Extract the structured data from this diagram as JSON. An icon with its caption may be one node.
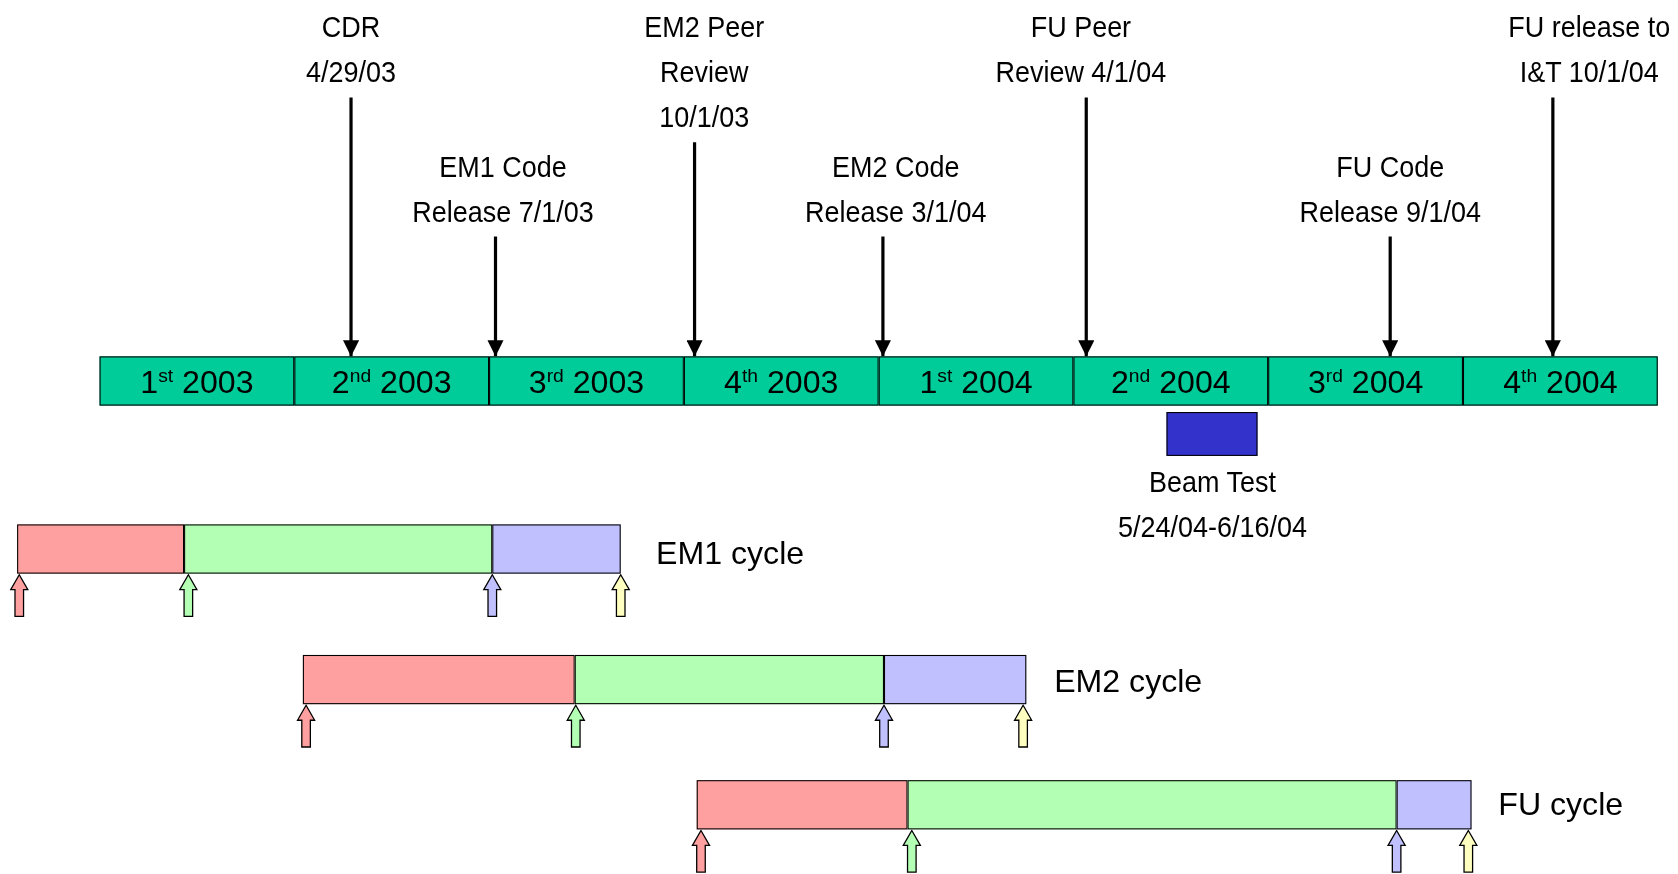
{
  "diagram": {
    "nodes": [
      {
        "text": [
          "CDR 4/29/03"
        ]
      },
      {
        "text": [
          "EM1 Code Release 7/1/03"
        ]
      },
      {
        "text": [
          "EM2 Peer Review 10/1/03"
        ]
      },
      {
        "text": [
          "EM2 Code Release 3/1/04"
        ]
      },
      {
        "text": [
          "FU Peer Review 4/1/04"
        ]
      },
      {
        "text": [
          "FU Code Release 9/1/04"
        ]
      },
      {
        "text": [
          "FU release to I&T 10/1/04"
        ]
      },
      {
        "text": [
          "1$^{st}$ 2003"
        ]
      },
      {
        "text": [
          "2$^{nd}$ 2003"
        ]
      },
      {
        "text": [
          "3$^{rd}$ 2003"
        ]
      },
      {
        "text": [
          "4$^{th}$ 2003"
        ]
      },
      {
        "text": [
          "1$^{st}$ 2004"
        ]
      },
      {
        "text": [
          "2$^{nd}$ 2004"
        ]
      },
      {
        "text": [
          "3$^{rd}$ 2004"
        ]
      },
      {
        "text": [
          "4$^{th}$ 2004"
        ]
      },
      {
        "text": [
          "Beam Test 5/24/04-6/16/04"
        ]
      },
      {
        "text": [],
        "shape": "bar"
      },
      {
        "text": [],
        "shape": "bar"
      },
      {
        "text": [],
        "shape": "bar"
      },
      {
        "text": [],
        "shape": "bar"
      },
      {
        "text": [],
        "shape": "bar"
      },
      {
        "text": [],
        "shape": "bar"
      },
      {
        "text": [],
        "shape": "bar"
      },
      {
        "text": [],
        "shape": "bar"
      },
      {
        "text": [],
        "shape": "bar"
      }
    ],
    "edges": [
      {
        "from": 0,
        "to": 8,
        "arrow": "to"
      },
      {
        "from": 1,
        "to": 9,
        "arrow": "to"
      },
      {
        "from": 2,
        "to": 10,
        "arrow": "to"
      },
      {
        "from": 3,
        "to": 11,
        "arrow": "to"
      },
      {
        "from": 4,
        "to": 12,
        "arrow": "to"
      },
      {
        "from": 5,
        "to": 13,
        "arrow": "to"
      },
      {
        "from": 6,
        "to": 14,
        "arrow": "to"
      },
      {
        "from": null,
        "to": 16,
        "arrow": "to",
        "color": "#ffa0a0"
      },
      {
        "from": null,
        "to": 17,
        "arrow": "to",
        "color": "#b3ffb3"
      },
      {
        "from": null,
        "to": 18,
        "arrow": "to",
        "color": "#c0c0ff"
      },
      {
        "from": null,
        "to": 18,
        "arrow": "to",
        "color": "#ffffc0"
      },
      {
        "from": null,
        "to": 19,
        "arrow": "to",
        "color": "#ffa0a0"
      },
      {
        "from": null,
        "to": 20,
        "arrow": "to",
        "color": "#b3ffb3"
      },
      {
        "from": null,
        "to": 21,
        "arrow": "to",
        "color": "#c0c0ff"
      },
      {
        "from": null,
        "to": 21,
        "arrow": "to",
        "color": "#ffffc0"
      },
      {
        "from": null,
        "to": 22,
        "arrow": "to",
        "color": "#ffa0a0"
      },
      {
        "from": null,
        "to": 23,
        "arrow": "to",
        "color": "#b3ffb3"
      },
      {
        "from": null,
        "to": 24,
        "arrow": "to",
        "color": "#c0c0ff"
      },
      {
        "from": null,
        "to": 24,
        "arrow": "to",
        "color": "#ffffc0"
      }
    ],
    "labels": [
      "EM1 cycle",
      "EM2 cycle",
      "FU cycle"
    ]
  }
}
